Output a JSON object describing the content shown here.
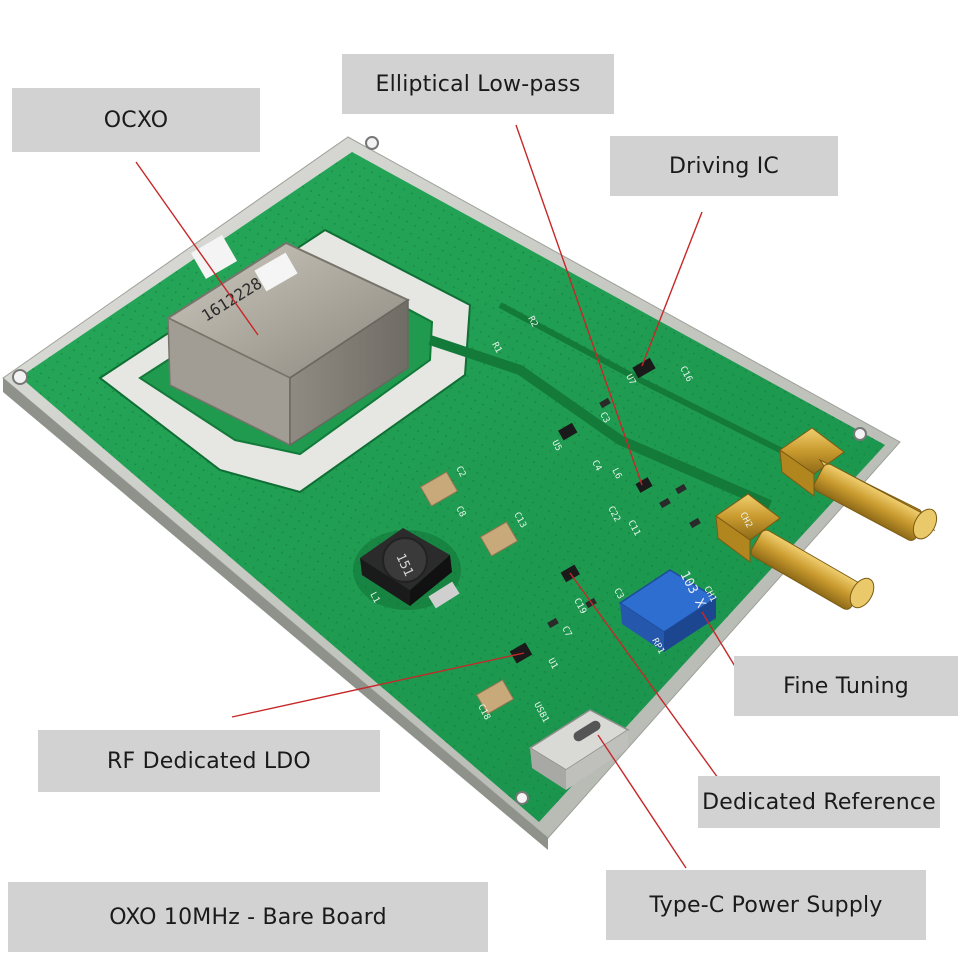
{
  "labels": {
    "ocxo": "OCXO",
    "lowpass": "Elliptical Low-pass",
    "driving_ic": "Driving IC",
    "fine_tuning": "Fine Tuning",
    "ldo": "RF Dedicated LDO",
    "reference": "Dedicated Reference",
    "typec": "Type-C Power Supply",
    "product": "OXO 10MHz - Bare Board"
  },
  "board_marks": {
    "ocxo_serial": "1612228",
    "inductor_code": "151",
    "trimmer_code": "103 X",
    "silk": [
      "R2",
      "R1",
      "U7",
      "C16",
      "C3",
      "U5",
      "C4",
      "L6",
      "C22",
      "C11",
      "U1",
      "C18",
      "C13",
      "C8",
      "C2",
      "L1",
      "RP1",
      "CH2",
      "CH1",
      "C19",
      "C3",
      "C7",
      "USB1"
    ]
  },
  "colors": {
    "pcb_green": "#1f9a4f",
    "pcb_dark": "#137a3a",
    "shield_silver": "#cfd0cc",
    "label_bg": "#d2d2d2",
    "pointer_red": "#c62828",
    "gold": "#c99a2e"
  }
}
